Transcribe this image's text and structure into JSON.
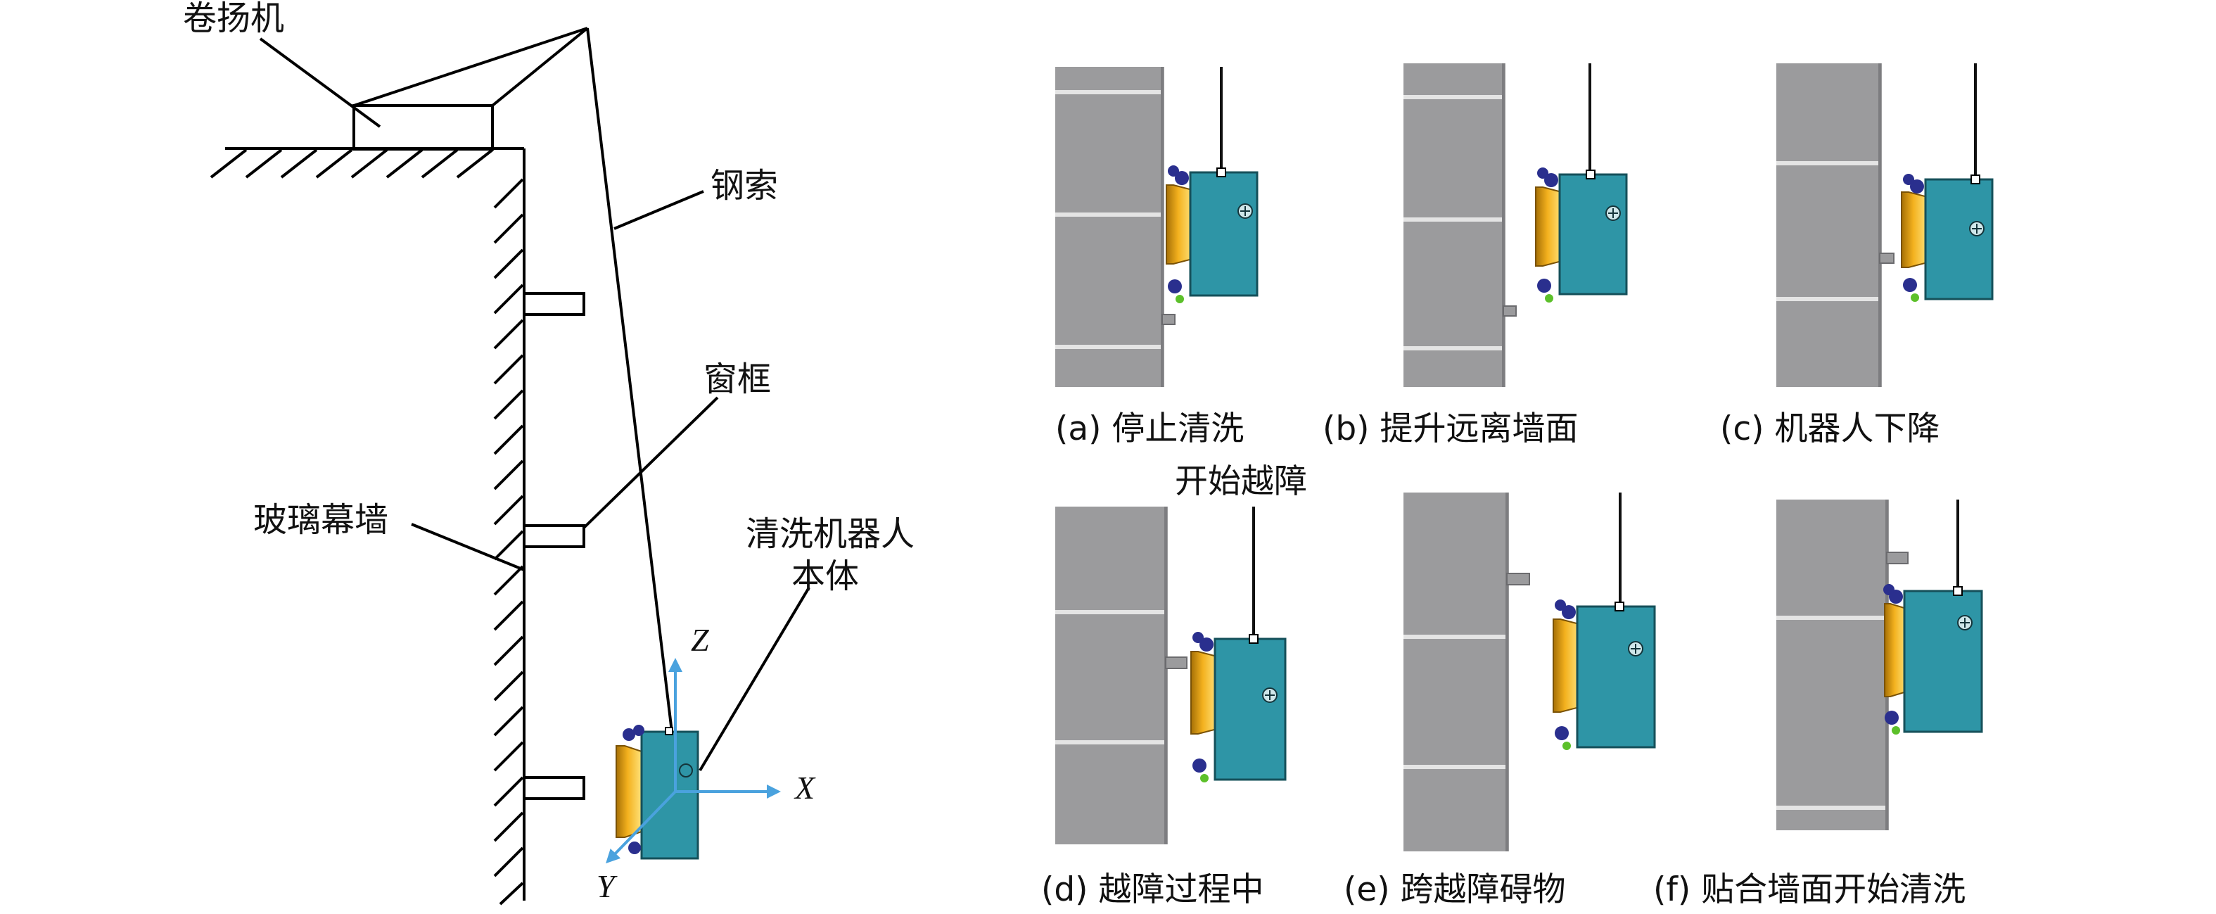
{
  "labels": {
    "winch": "卷扬机",
    "cable": "钢索",
    "window_frame": "窗框",
    "glass_wall": "玻璃幕墙",
    "robot_body_line1": "清洗机器人",
    "robot_body_line2": "本体",
    "start_crossing": "开始越障"
  },
  "axes": {
    "z": "Z",
    "x": "X",
    "y": "Y"
  },
  "panels": [
    {
      "caption": "(a) 停止清洗"
    },
    {
      "caption": "(b) 提升远离墙面"
    },
    {
      "caption": "(c) 机器人下降"
    },
    {
      "caption": "(d) 越障过程中"
    },
    {
      "caption": "(e) 跨越障碍物"
    },
    {
      "caption": "(f) 贴合墙面开始清洗"
    }
  ],
  "colors": {
    "robot_body": "#2e95a6",
    "robot_border": "#15505a",
    "brush": "#f1b422",
    "brush_dark": "#9a6a05",
    "wheel": "#2a2f8e",
    "sensor": "#5cc02a",
    "wall": "#9b9b9d",
    "wall_edge": "#7d7d80",
    "seam": "#e4e4e4",
    "axis_arrow": "#4aa2de"
  }
}
